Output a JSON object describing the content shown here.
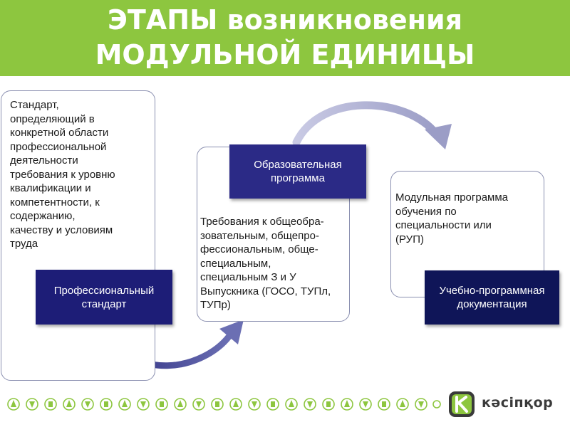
{
  "header": {
    "title": "ЭТАПЫ возникновения\nМОДУЛЬНОЙ ЕДИНИЦЫ"
  },
  "stage1": {
    "description": "Стандарт,\nопределяющий в\nконкретной  области\nпрофессиональной\nдеятельности\nтребования к уровню\nквалификации и\nкомпетентности, к\nсодержанию,\nкачеству и условиям\nтруда",
    "label": "Профессиональный\nстандарт"
  },
  "stage2": {
    "label": "Образовательная\nпрограмма",
    "description": "Требования к общеобра-\nзовательным,  общепро-\nфессиональным, обще-\nспециальным,\nспециальным  З и У\nВыпускника (ГОСО, ТУПл,\nТУПр)"
  },
  "stage3": {
    "description": "Модульная программа\nобучения по\nспециальности или\n(РУП)",
    "label": "Учебно-программная\nдокументация"
  },
  "footer": {
    "brand": "кәсіпқор"
  },
  "colors": {
    "header_bg": "#8dc63f",
    "label_navy": "#1d1d77",
    "arrow_gradient_start": "#8f8fc8",
    "arrow_gradient_end": "#2a2a7e"
  }
}
